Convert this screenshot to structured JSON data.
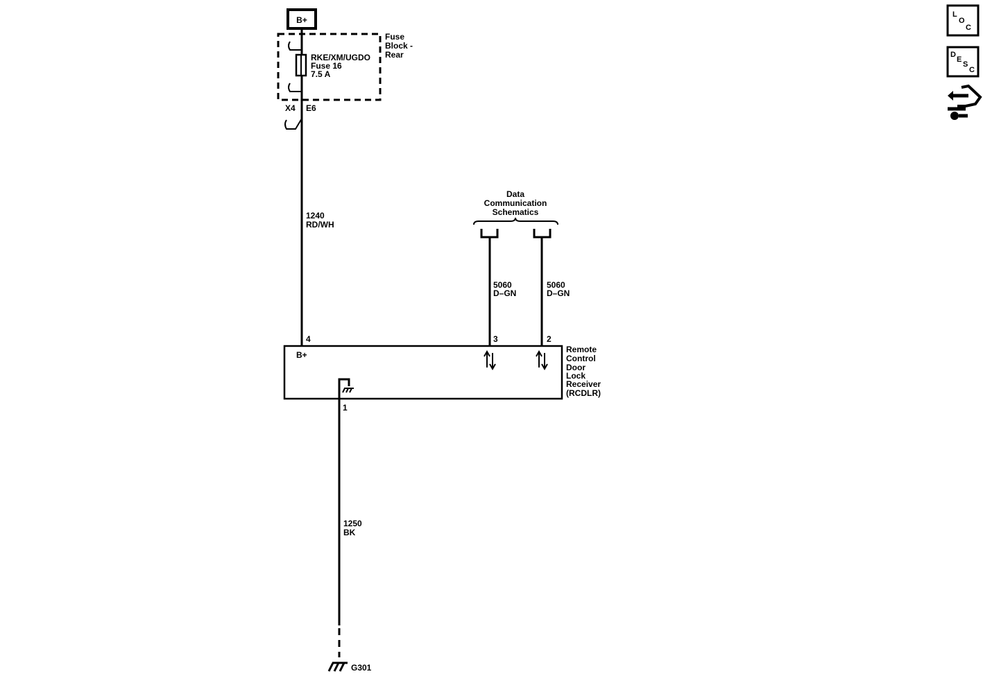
{
  "power": {
    "bplus_label": "B+"
  },
  "fuse_block": {
    "name_lines": [
      "Fuse",
      "Block -",
      "Rear"
    ],
    "fuse_lines": [
      "RKE/XM/UGDO",
      "Fuse 16",
      "7.5 A"
    ],
    "connector": "X4",
    "terminal": "E6"
  },
  "wires": {
    "power": {
      "circuit": "1240",
      "color": "RD/WH",
      "pin": "4"
    },
    "data_3": {
      "circuit": "5060",
      "color": "D–GN",
      "pin": "3"
    },
    "data_2": {
      "circuit": "5060",
      "color": "D–GN",
      "pin": "2"
    },
    "ground": {
      "circuit": "1250",
      "color": "BK",
      "pin": "1"
    }
  },
  "data_comm": {
    "lines": [
      "Data",
      "Communication",
      "Schematics"
    ]
  },
  "module": {
    "name_lines": [
      "Remote",
      "Control",
      "Door",
      "Lock",
      "Receiver",
      "(RCDLR)"
    ],
    "bplus_label": "B+"
  },
  "ground_point": {
    "label": "G301"
  },
  "side_icons": {
    "loc": {
      "letters": [
        "L",
        "O",
        "C"
      ],
      "icon": "loc-icon"
    },
    "desc": {
      "letters": [
        "D",
        "E",
        "S",
        "C"
      ],
      "icon": "desc-icon"
    },
    "connector": {
      "icon": "connector-pin-icon"
    }
  }
}
